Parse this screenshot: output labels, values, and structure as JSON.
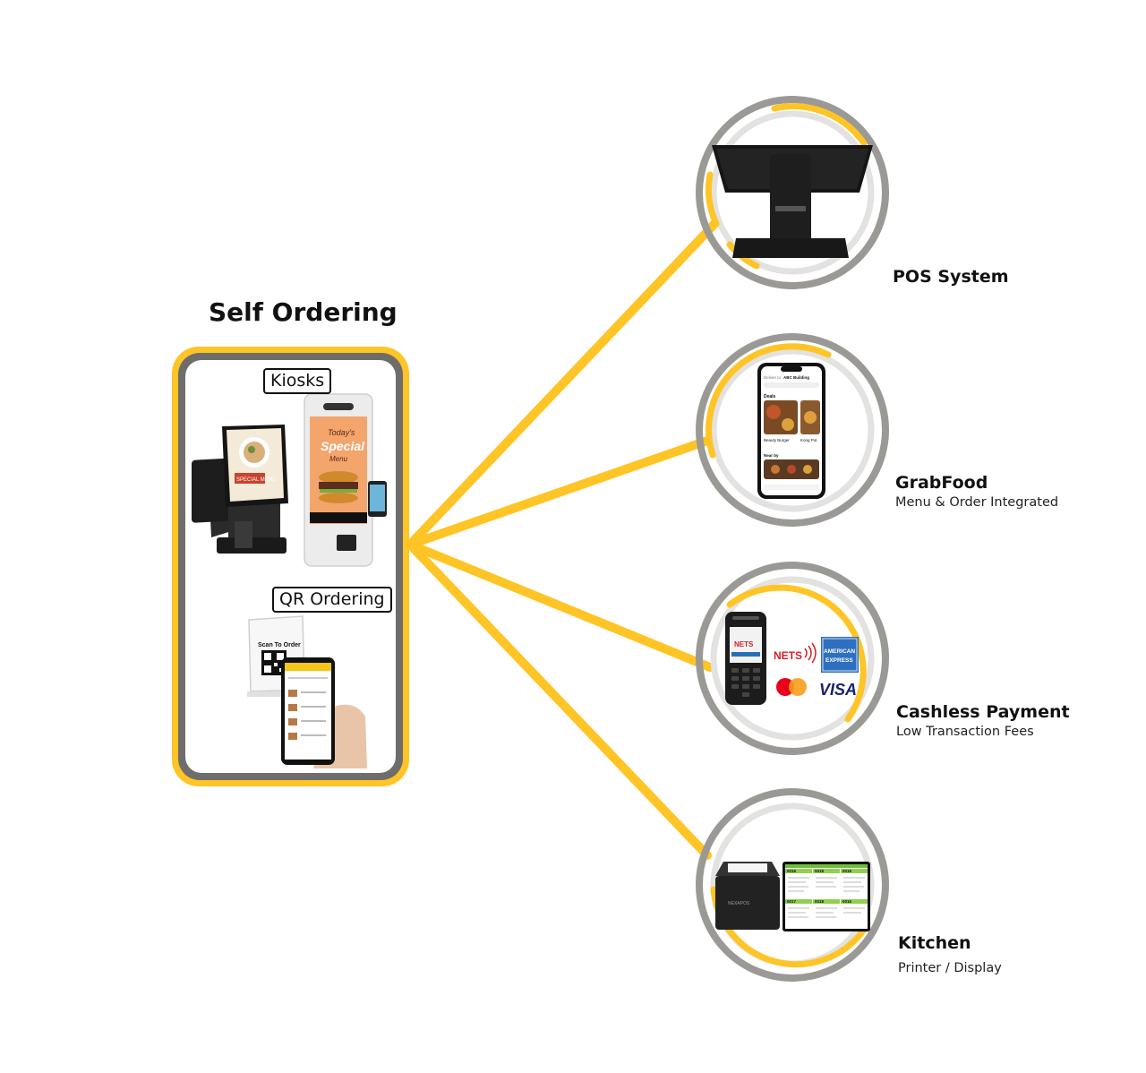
{
  "panel": {
    "title": "Self Ordering",
    "kiosks_label": "Kiosks",
    "qr_label": "QR Ordering",
    "kiosk_screen": {
      "script_line1": "Today's",
      "script_line2": "Special",
      "script_line3": "Menu",
      "badge": "SPECIAL MENU"
    },
    "qr_stand": {
      "text": "Scan To Order"
    }
  },
  "nodes": [
    {
      "id": "pos",
      "title": "POS System",
      "subtitle": ""
    },
    {
      "id": "grabfood",
      "title": "GrabFood",
      "subtitle": "Menu & Order Integrated"
    },
    {
      "id": "cashless",
      "title": "Cashless Payment",
      "subtitle": "Low Transaction Fees"
    },
    {
      "id": "kitchen",
      "title": "Kitchen",
      "subtitle": "Printer / Display"
    }
  ],
  "grabfood_phone": {
    "deliver_to": "Deliver to",
    "location": "ABC Building",
    "deals": "Deals",
    "item1": "Beauty Burger",
    "item2": "Kong Pot",
    "near_by": "Near by"
  },
  "payment_logos": {
    "nets": "NETS",
    "amex_line1": "AMERICAN",
    "amex_line2": "EXPRESS",
    "visa": "VISA"
  },
  "kitchen_display": {
    "orders": [
      "0015",
      "0018",
      "0016",
      "0017",
      "0018",
      "0016"
    ],
    "printer_brand": "NEXAPOS"
  },
  "colors": {
    "accent_yellow": "#FFC425",
    "ring_gray": "#9B9996",
    "inner_gray": "#E3E2E0",
    "panel_gray": "#6E6D6B",
    "text": "#111111"
  }
}
